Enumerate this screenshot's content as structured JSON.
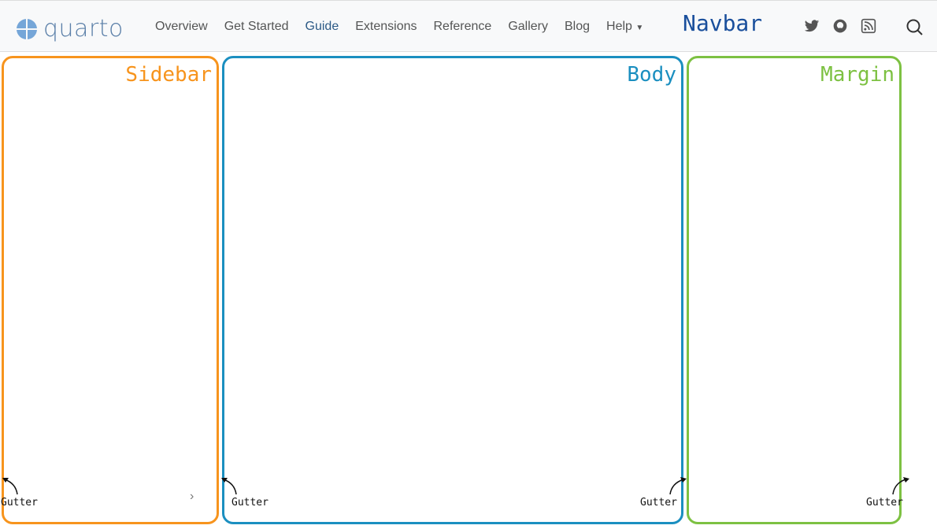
{
  "navbar": {
    "brand": "quarto",
    "items": [
      "Overview",
      "Get Started",
      "Guide",
      "Extensions",
      "Reference",
      "Gallery",
      "Blog",
      "Help"
    ],
    "active": "Guide",
    "annotation": "Navbar"
  },
  "regions": {
    "sidebar": "Sidebar",
    "body": "Body",
    "margin": "Margin",
    "gutter": "Gutter"
  },
  "colors": {
    "sidebar": "#f7941d",
    "body": "#1b8fc0",
    "margin": "#7dc142",
    "navbar_label": "#1a4f9c"
  }
}
